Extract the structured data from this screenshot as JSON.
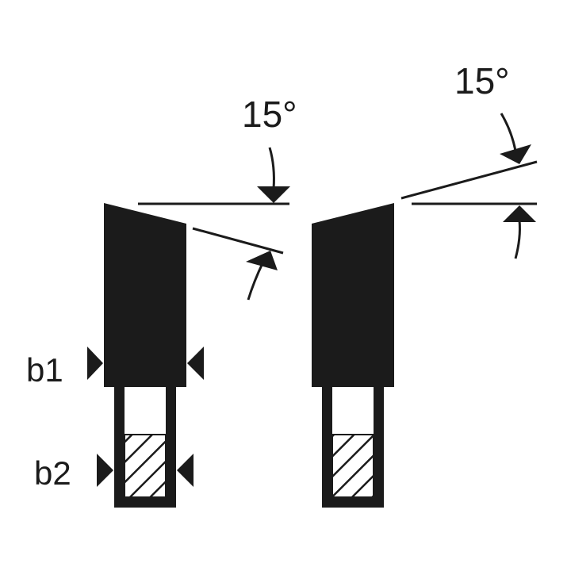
{
  "diagram": {
    "left_tooth": {
      "angle_label": "15°",
      "width_label_top": "b1",
      "width_label_bottom": "b2"
    },
    "right_tooth": {
      "angle_label": "15°"
    },
    "colors": {
      "ink": "#1b1b1b",
      "background": "#ffffff"
    }
  }
}
